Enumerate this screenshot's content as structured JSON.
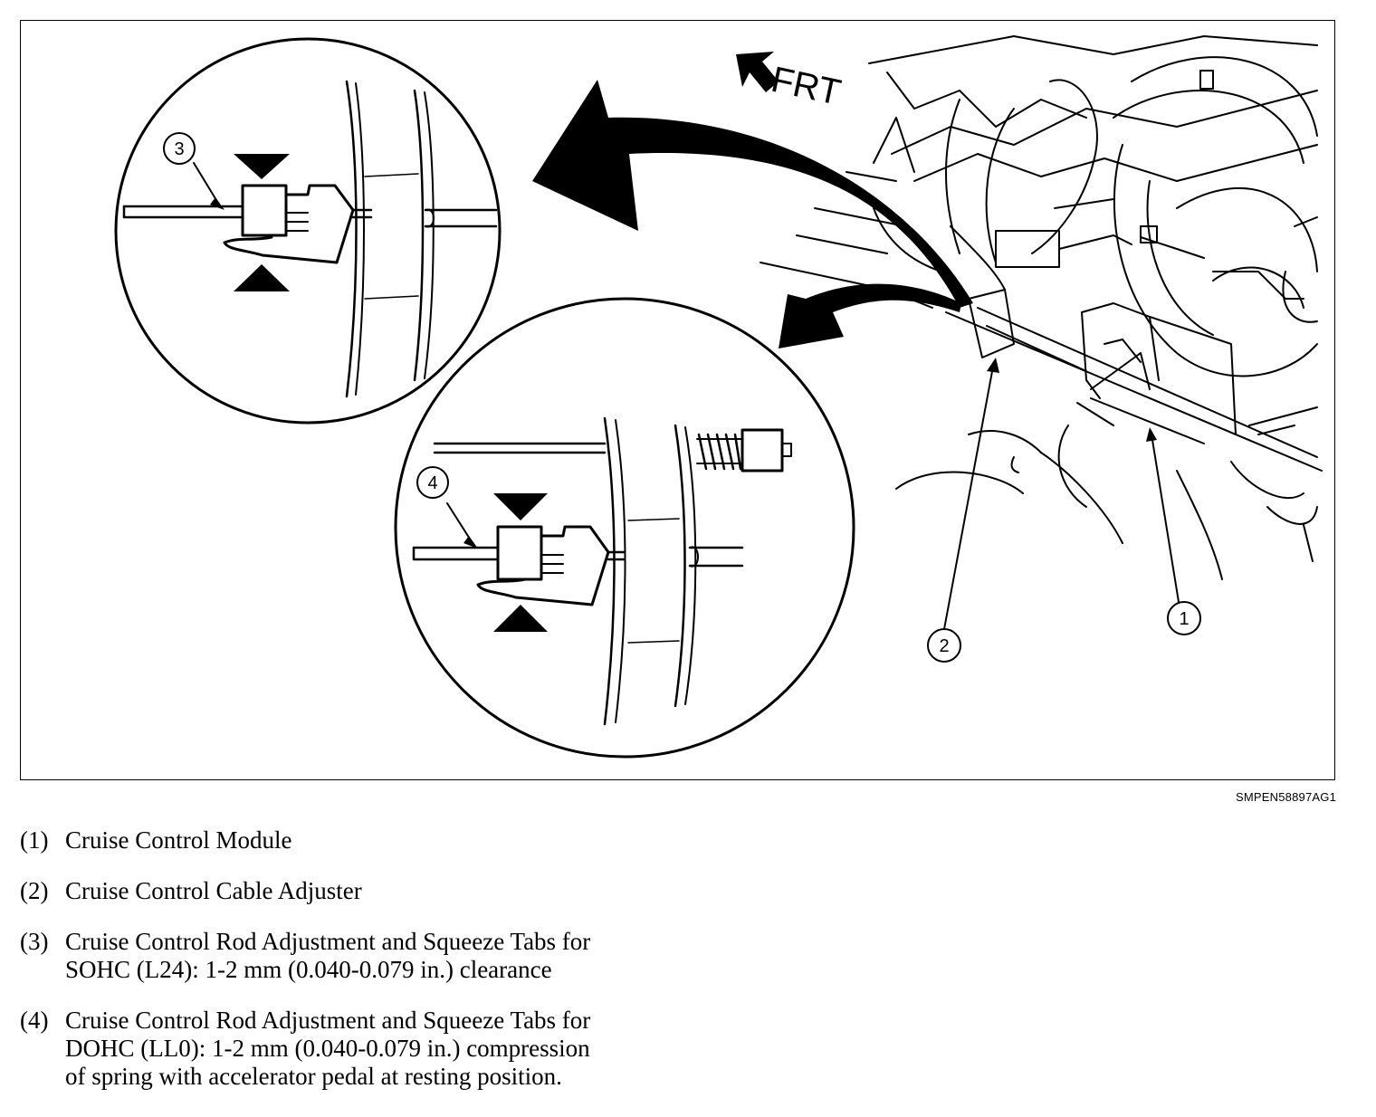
{
  "figure": {
    "orientation_label": "FRT",
    "figure_id": "SMPEN58897AG1",
    "callouts": [
      "1",
      "2",
      "3",
      "4"
    ]
  },
  "legend": [
    {
      "number": "(1)",
      "lines": [
        "Cruise Control Module"
      ]
    },
    {
      "number": "(2)",
      "lines": [
        "Cruise Control Cable Adjuster"
      ]
    },
    {
      "number": "(3)",
      "lines": [
        "Cruise Control Rod Adjustment and Squeeze Tabs for",
        "SOHC (L24): 1-2 mm (0.040-0.079 in.) clearance"
      ]
    },
    {
      "number": "(4)",
      "lines": [
        "Cruise Control Rod Adjustment and Squeeze Tabs for",
        "DOHC (LL0): 1-2 mm (0.040-0.079 in.) compression",
        "of spring with accelerator pedal at resting position."
      ]
    }
  ]
}
